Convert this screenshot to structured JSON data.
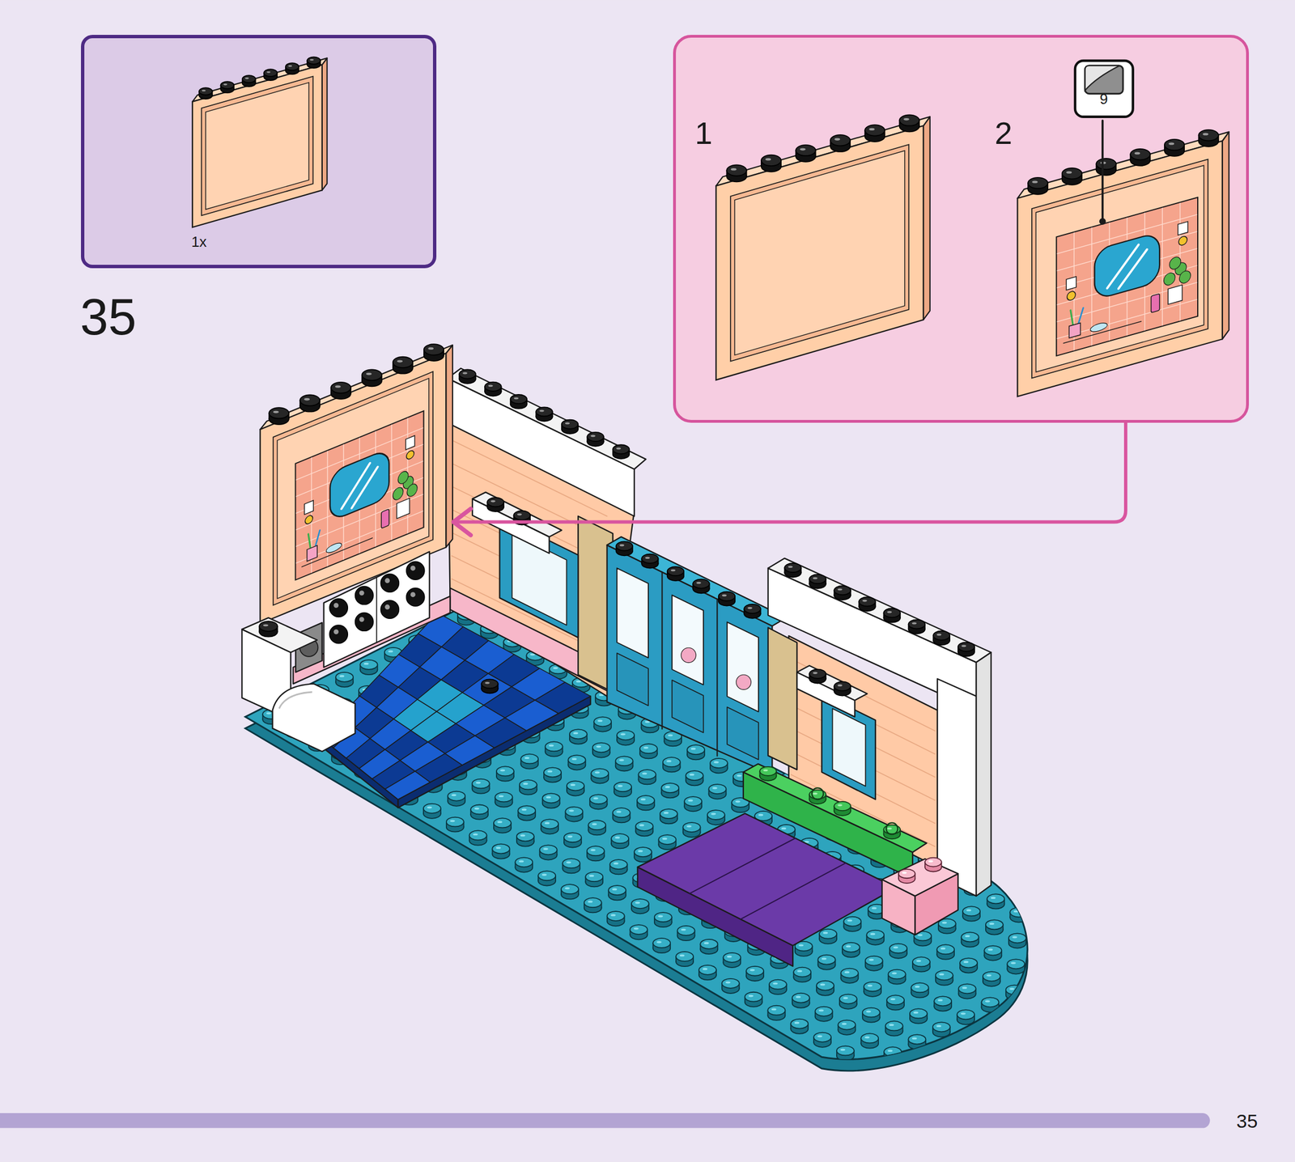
{
  "diagram": {
    "nodes": [
      {
        "text": [
          "1x"
        ]
      },
      {
        "text": [
          "1",
          "2"
        ]
      },
      {
        "text": [
          "9"
        ],
        "in": 1
      }
    ],
    "labels": [
      "35",
      "35"
    ]
  }
}
